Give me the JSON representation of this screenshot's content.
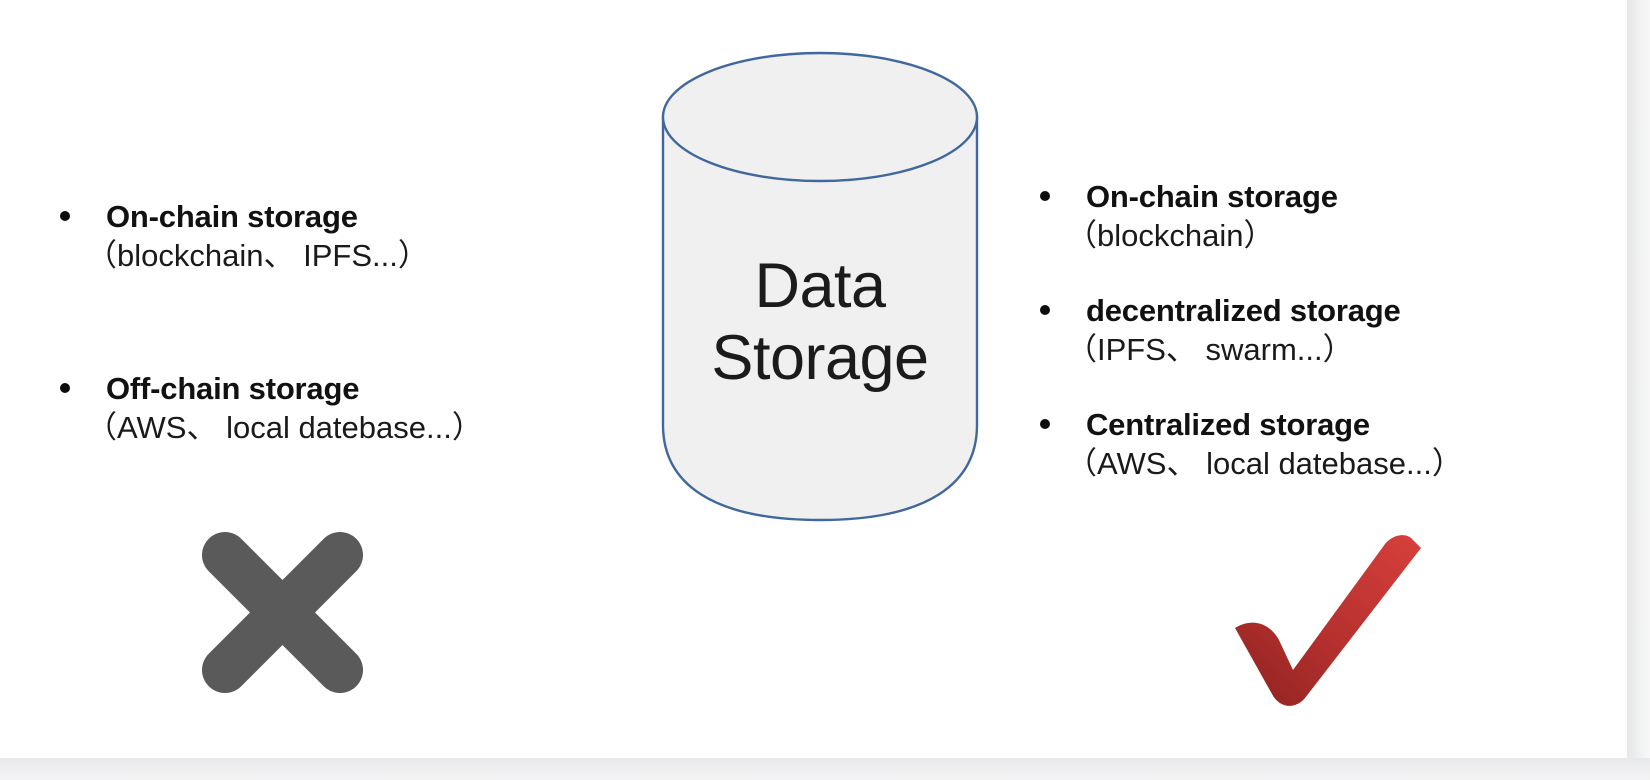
{
  "slide": {
    "center_shape": {
      "icon": "database-cylinder-icon",
      "label_line1": "Data",
      "label_line2": "Storage",
      "fill_color": "#F0F0F0",
      "stroke_color": "#41689C"
    },
    "left_column": {
      "verdict_icon": "cross-mark-icon",
      "verdict_color": "#5A5A5A",
      "bullets": [
        {
          "heading": "On-chain storage",
          "detail": "（blockchain、 IPFS...）"
        },
        {
          "heading": "Off-chain storage",
          "detail": "（AWS、 local datebase...）"
        }
      ]
    },
    "right_column": {
      "verdict_icon": "check-mark-icon",
      "verdict_color": "#C0302F",
      "bullets": [
        {
          "heading": "On-chain storage",
          "detail": "（blockchain）"
        },
        {
          "heading": "decentralized storage",
          "detail": "（IPFS、 swarm...）"
        },
        {
          "heading": "Centralized storage",
          "detail": "（AWS、 local datebase...）"
        }
      ]
    }
  }
}
